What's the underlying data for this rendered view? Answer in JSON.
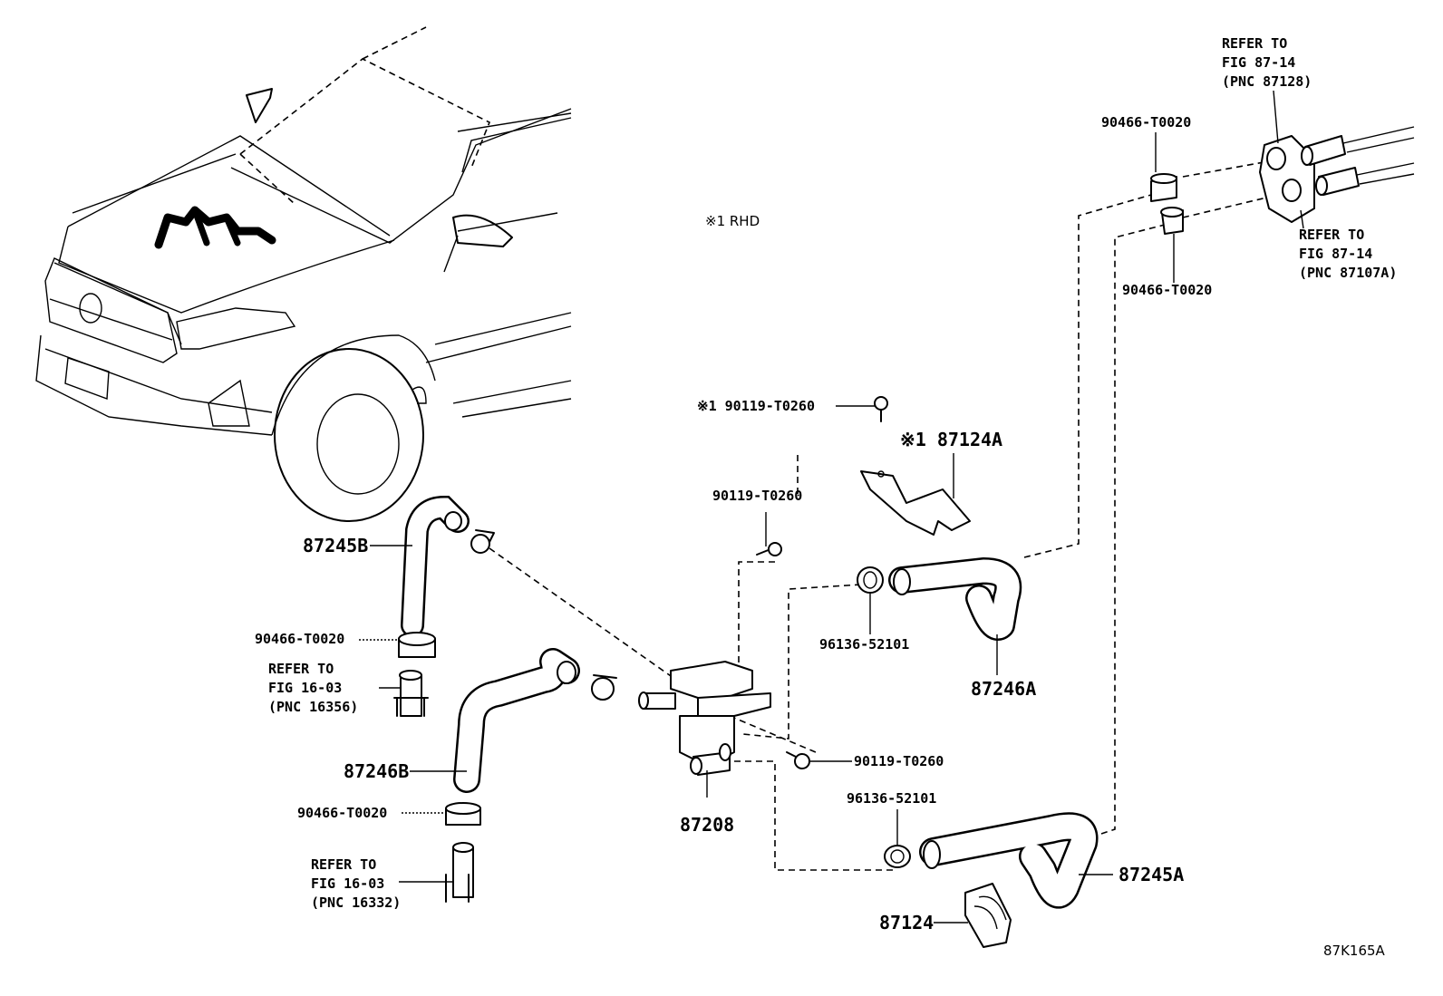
{
  "diagram_code": "87K165A",
  "note": "※1 RHD",
  "callouts": {
    "p87245B": "87245B",
    "p87246B": "87246B",
    "p87208": "87208",
    "p87246A": "87246A",
    "p87245A": "87245A",
    "p87124": "87124",
    "p87124A": "※1 87124A",
    "bolt_top": "※1 90119-T0260",
    "bolt_mid": "90119-T0260",
    "bolt_right": "90119-T0260",
    "clamp_96136_upper": "96136-52101",
    "clamp_96136_lower": "96136-52101",
    "clip_left_upper": "90466-T0020",
    "clip_left_lower": "90466-T0020",
    "clip_top_right": "90466-T0020",
    "clip_right_lower": "90466-T0020"
  },
  "refs": {
    "fig_16_03_a": [
      "REFER TO",
      "FIG 16-03",
      "(PNC 16356)"
    ],
    "fig_16_03_b": [
      "REFER TO",
      "FIG 16-03",
      "(PNC 16332)"
    ],
    "fig_87_14_a": [
      "REFER TO",
      "FIG 87-14",
      "(PNC 87128)"
    ],
    "fig_87_14_b": [
      "REFER TO",
      "FIG 87-14",
      "(PNC 87107A)"
    ]
  }
}
